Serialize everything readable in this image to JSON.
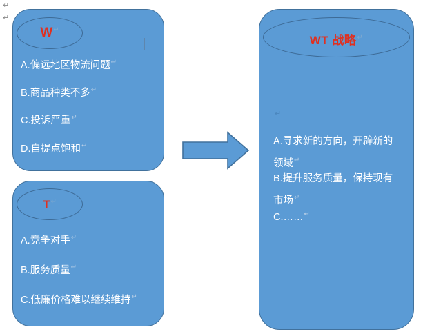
{
  "document": {
    "title": "SWOT WT 战略图",
    "background_color": "#ffffff",
    "shape_fill": "#5B9BD5",
    "shape_border": "#41719C",
    "title_color": "#E03020",
    "body_text_color": "#ffffff",
    "formatting_marks": [
      "↵",
      "↵"
    ]
  },
  "boxes": {
    "weakness": {
      "label": "W",
      "items": [
        "A.偏远地区物流问题",
        "B.商品种类不多",
        "C.投诉严重",
        "D.自提点饱和"
      ]
    },
    "threat": {
      "label": "T",
      "items": [
        "A.竞争对手",
        "B.服务质量",
        "C.低廉价格难以继续维持"
      ]
    },
    "strategy": {
      "label": "WT 战略",
      "items": [
        "A.寻求新的方向，开辟新的领域",
        "B.提升服务质量，保持现有市场",
        "C.……"
      ]
    }
  },
  "arrow": {
    "name": "right-arrow",
    "direction": "right",
    "fill": "#5B9BD5",
    "border": "#41719C"
  }
}
